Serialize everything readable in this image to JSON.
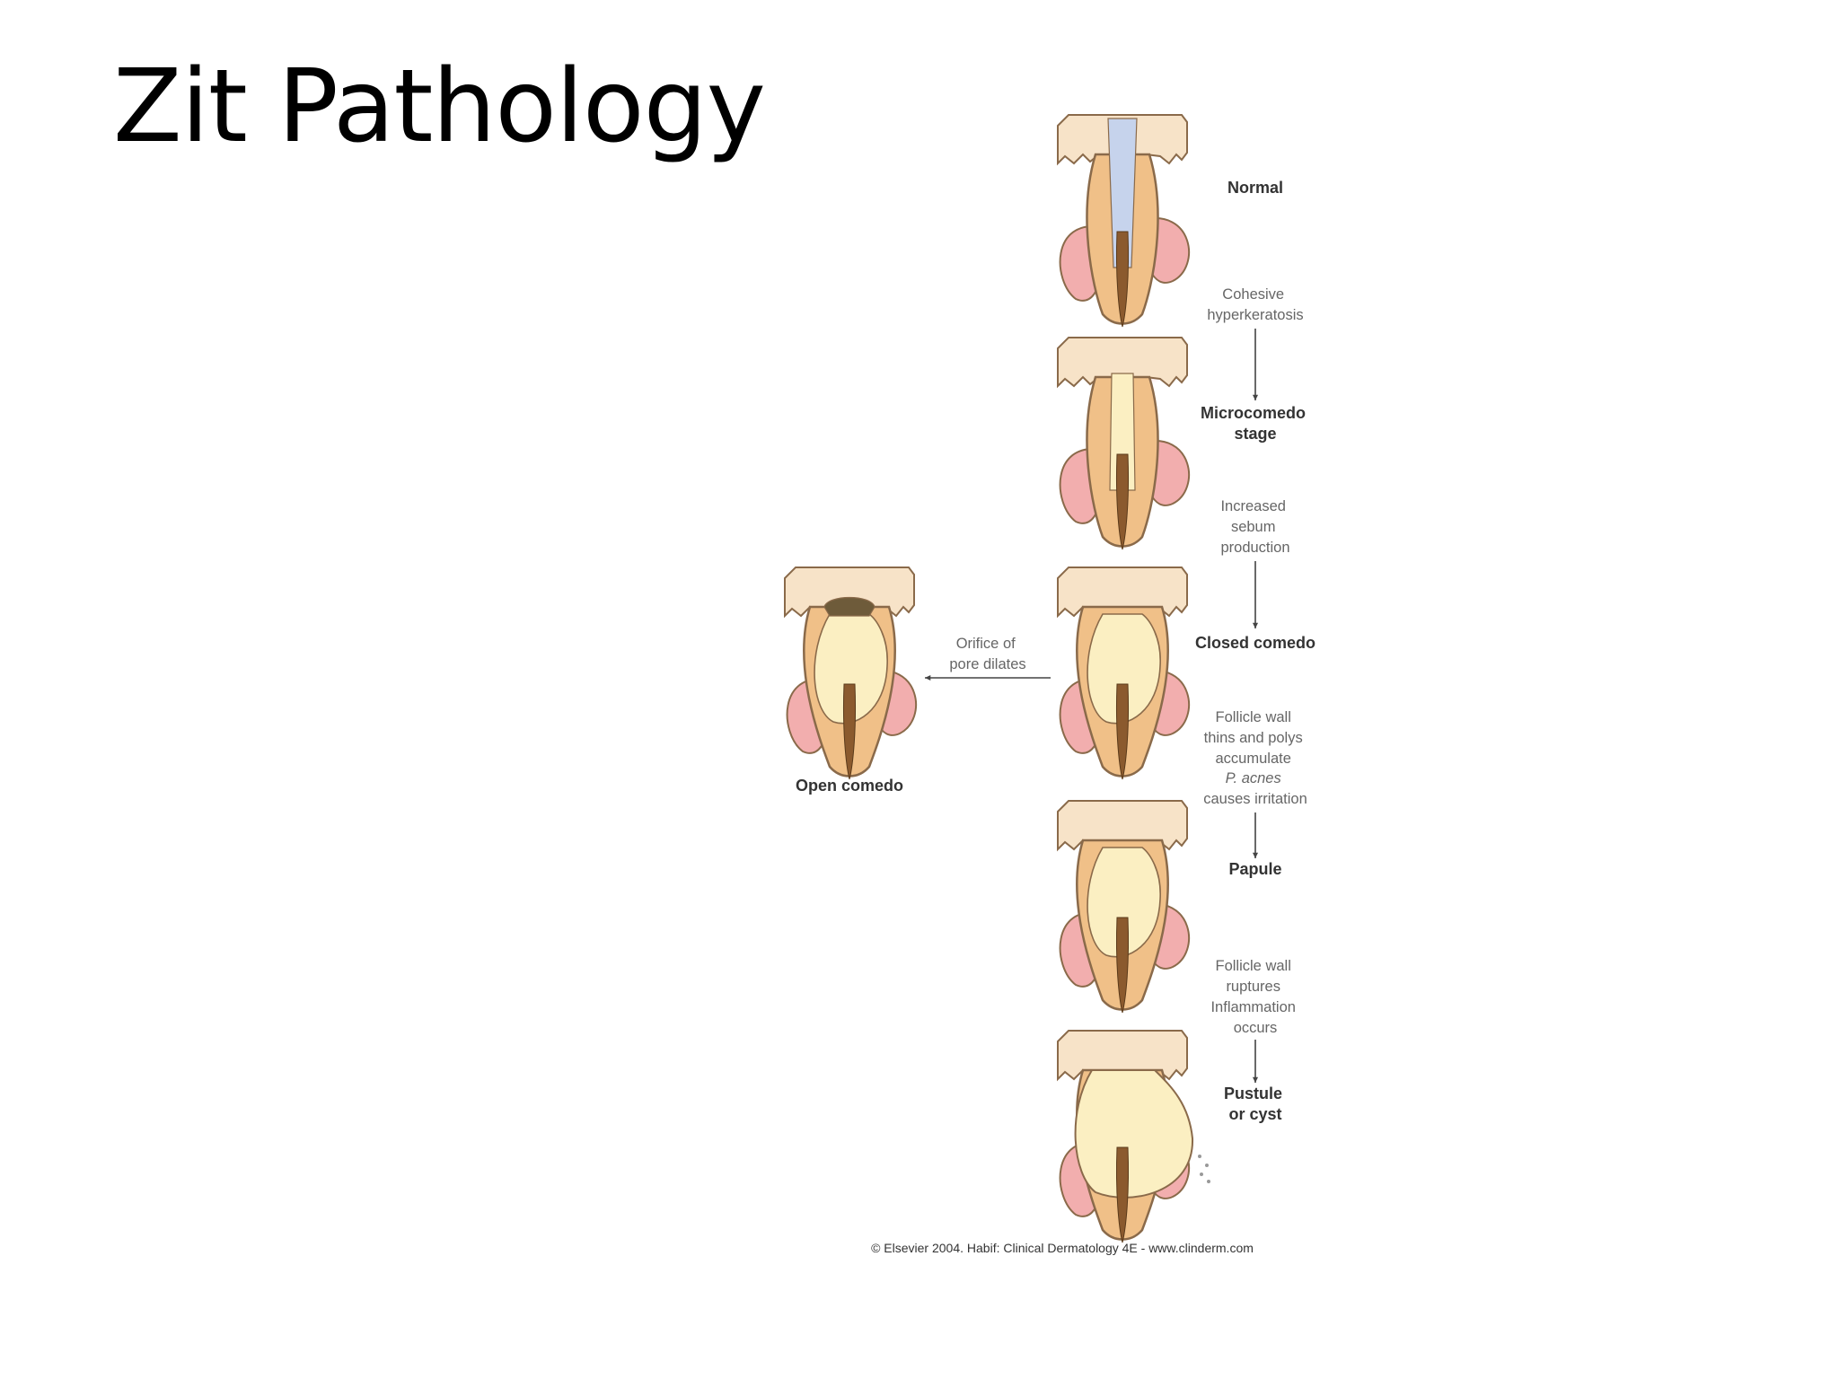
{
  "slide": {
    "title": "Zit Pathology"
  },
  "diagram": {
    "stages": [
      {
        "lines": [
          "Normal"
        ]
      },
      {
        "lines": [
          "Microcomedo",
          "stage"
        ]
      },
      {
        "lines": [
          "Closed comedo"
        ]
      },
      {
        "lines": [
          "Papule"
        ]
      },
      {
        "lines": [
          "Pustule",
          "or cyst"
        ]
      },
      {
        "lines": [
          "Open comedo"
        ]
      }
    ],
    "transitions": [
      {
        "lines": [
          "Cohesive",
          "hyperkeratosis"
        ]
      },
      {
        "lines": [
          "Increased",
          "sebum",
          "production"
        ]
      },
      {
        "lines": [
          "Follicle wall",
          "thins and polys",
          "accumulate",
          "P. acnes",
          "causes irritation"
        ]
      },
      {
        "lines": [
          "Follicle wall",
          "ruptures",
          "Inflammation",
          "occurs"
        ]
      },
      {
        "lines": [
          "Orifice of",
          "pore dilates"
        ]
      }
    ],
    "copyright": "© Elsevier 2004. Habif: Clinical Dermatology 4E - www.clinderm.com"
  },
  "colors": {
    "skin_top": "#f7e3c8",
    "skin_body": "#f0c088",
    "outline": "#8a6a4a",
    "gland": "#f2aeae",
    "keratin": "#c6d3ec",
    "sebum": "#fbefc2",
    "hair": "#8b5a2e",
    "inflammation": "#f2a2a2",
    "arrow": "#444444"
  }
}
